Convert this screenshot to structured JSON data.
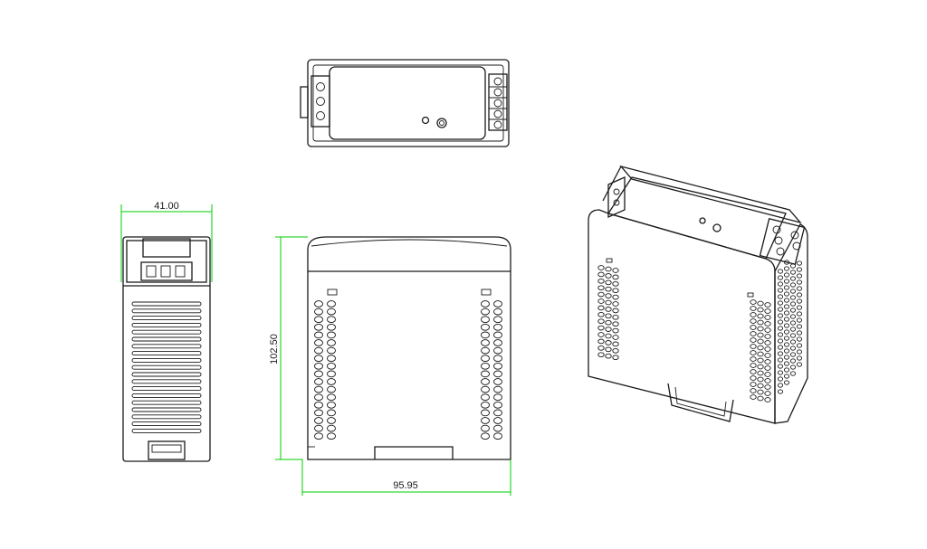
{
  "dimensions": {
    "width_side": "41.00",
    "height_front": "102.50",
    "width_front": "95.95"
  }
}
